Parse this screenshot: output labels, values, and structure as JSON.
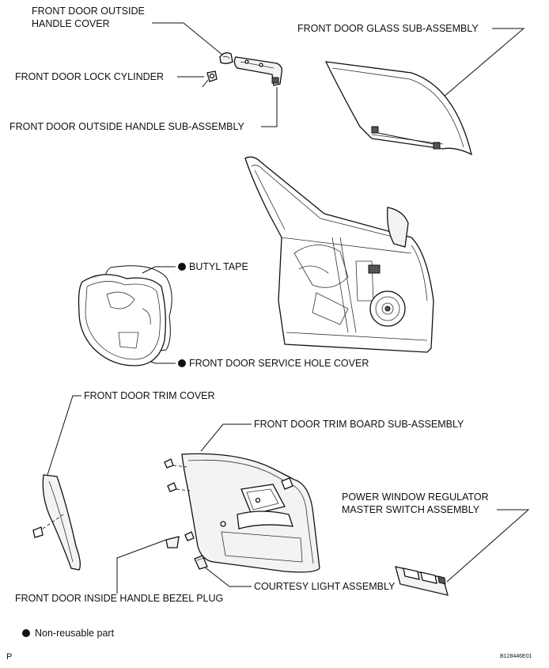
{
  "labels": {
    "outside_handle_cover_line1": "FRONT DOOR OUTSIDE",
    "outside_handle_cover_line2": "HANDLE COVER",
    "lock_cylinder": "FRONT DOOR LOCK CYLINDER",
    "outside_handle_sub_assembly": "FRONT DOOR OUTSIDE HANDLE SUB-ASSEMBLY",
    "glass_sub_assembly": "FRONT DOOR GLASS SUB-ASSEMBLY",
    "butyl_tape": "BUTYL TAPE",
    "service_hole_cover": "FRONT DOOR SERVICE HOLE COVER",
    "trim_cover": "FRONT DOOR TRIM COVER",
    "trim_board_sub_assembly": "FRONT DOOR TRIM BOARD SUB-ASSEMBLY",
    "power_window_switch_line1": "POWER WINDOW REGULATOR",
    "power_window_switch_line2": "MASTER SWITCH ASSEMBLY",
    "courtesy_light": "COURTESY LIGHT ASSEMBLY",
    "inside_handle_bezel_plug": "FRONT DOOR INSIDE HANDLE BEZEL PLUG"
  },
  "legend": {
    "non_reusable": "Non-reusable part"
  },
  "footer": {
    "page_mark": "P",
    "figure_id": "B128446E01"
  },
  "icons": {
    "non_reusable_marker": "filled-circle-icon"
  }
}
